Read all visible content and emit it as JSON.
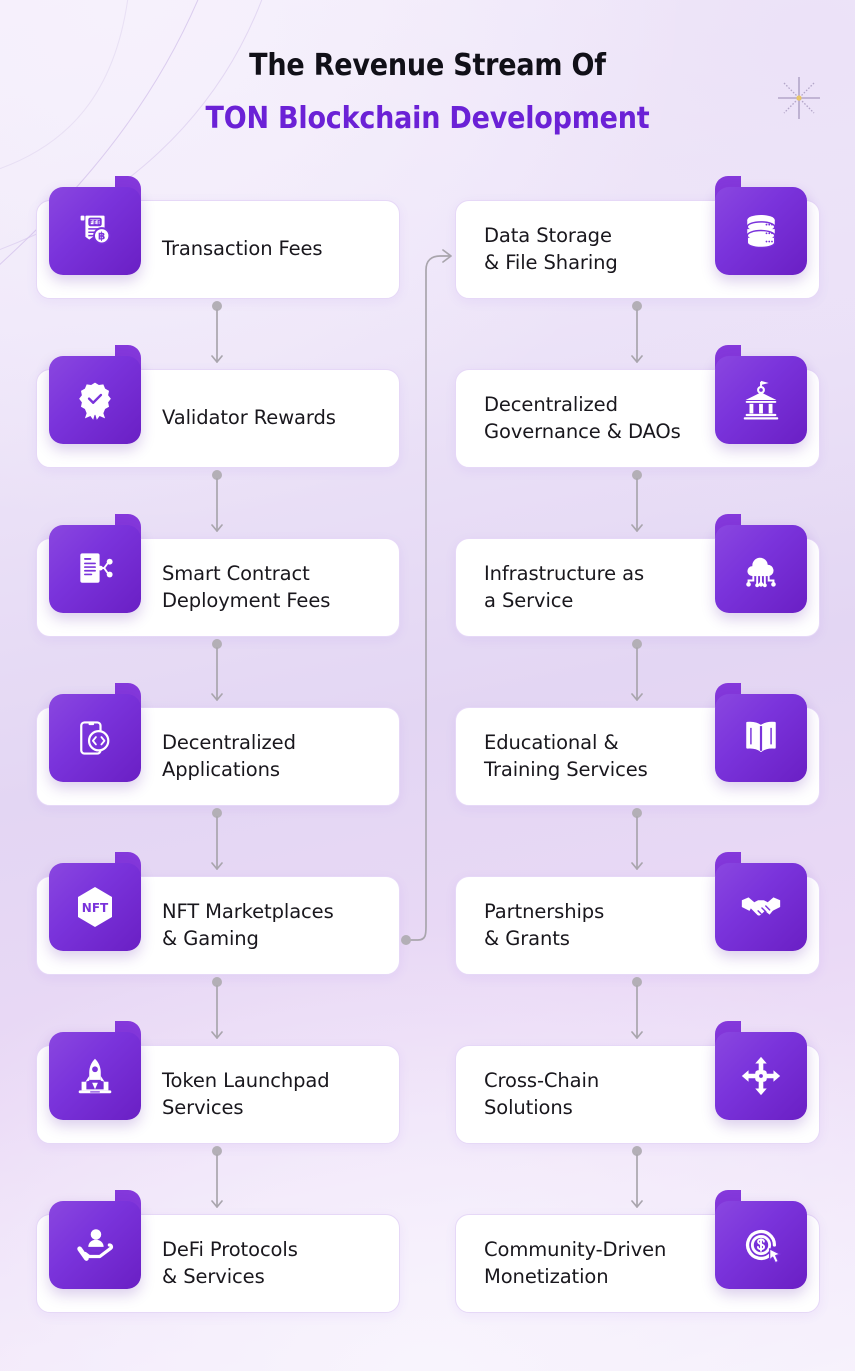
{
  "header": {
    "title_line1": "The Revenue Stream Of",
    "title_line2": "TON Blockchain Development"
  },
  "colors": {
    "accent_purple": "#6b21d6",
    "badge_gradient_start": "#8a47e0",
    "badge_gradient_end": "#6a1fc4",
    "card_background": "#ffffff",
    "card_border": "#e6d8f7",
    "text_dark": "#19171d",
    "connector_gray": "#a9a5ad",
    "page_background": "#e8dcf6"
  },
  "decorations": {
    "sparkle_icon": "sparkle-star-icon",
    "sparkle_center_color": "#e8c66a",
    "arc_color": "#d9c9ee"
  },
  "left_column": [
    {
      "label": "Transaction Fees",
      "icon": "fee-receipt-icon"
    },
    {
      "label": "Validator Rewards",
      "icon": "award-badge-check-icon"
    },
    {
      "label": "Smart Contract\nDeployment Fees",
      "icon": "smart-contract-document-icon"
    },
    {
      "label": "Decentralized\nApplications",
      "icon": "mobile-code-app-icon"
    },
    {
      "label": "NFT Marketplaces\n& Gaming",
      "icon": "nft-hexagon-icon"
    },
    {
      "label": "Token Launchpad\nServices",
      "icon": "rocket-launch-laptop-icon"
    },
    {
      "label": "DeFi Protocols\n& Services",
      "icon": "hand-holding-person-icon"
    }
  ],
  "right_column": [
    {
      "label": "Data Storage\n& File Sharing",
      "icon": "database-stack-icon"
    },
    {
      "label": "Decentralized\nGovernance & DAOs",
      "icon": "bank-institution-icon"
    },
    {
      "label": "Infrastructure as\na Service",
      "icon": "cloud-network-icon"
    },
    {
      "label": "Educational &\nTraining Services",
      "icon": "open-book-icon"
    },
    {
      "label": "Partnerships\n& Grants",
      "icon": "handshake-icon"
    },
    {
      "label": "Cross-Chain\nSolutions",
      "icon": "cross-arrows-icon"
    },
    {
      "label": "Community-Driven\nMonetization",
      "icon": "dollar-coin-cursor-icon"
    }
  ]
}
